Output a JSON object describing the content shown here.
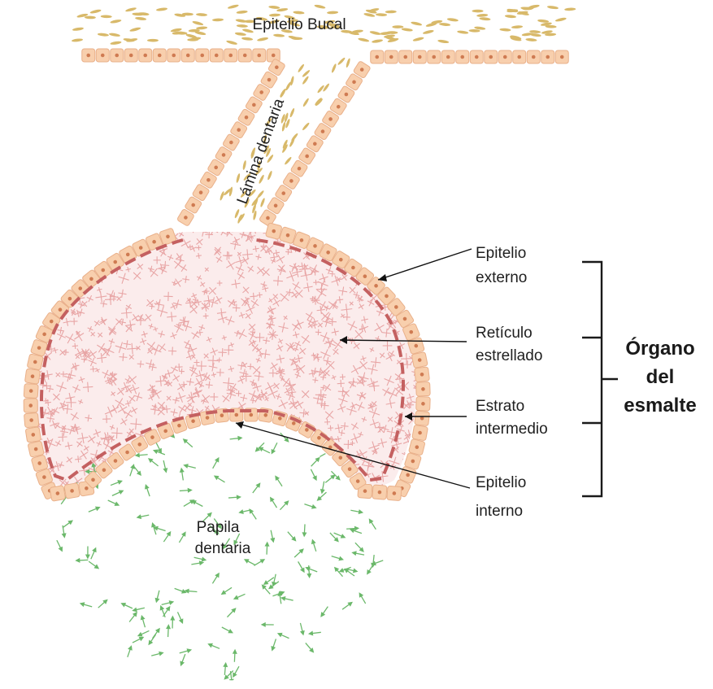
{
  "labels": {
    "epitelio_bucal": "Epitelio Bucal",
    "lamina_dentaria": "Lámina dentaria",
    "epitelio_externo": [
      "Epitelio",
      "externo"
    ],
    "reticulo_estrellado": [
      "Retículo",
      "estrellado"
    ],
    "estrato_intermedio": [
      "Estrato",
      "intermedio"
    ],
    "epitelio_interno": [
      "Epitelio",
      "interno"
    ],
    "papila_dentaria": [
      "Papila",
      "dentaria"
    ],
    "organo_del_esmalte": [
      "Órgano",
      "del",
      "esmalte"
    ]
  },
  "colors": {
    "epithelium_cell": "#f8cfad",
    "epithelium_border": "#e9b08a",
    "nucleus": "#cf7b52",
    "reticulum": "#e8a5a5",
    "reticulum_bg": "#fbecec",
    "stratum_dash": "#c46060",
    "mesenchyme": "#6bb86a",
    "oral_cells": "#d8b96a",
    "text": "#1f1f1f"
  }
}
